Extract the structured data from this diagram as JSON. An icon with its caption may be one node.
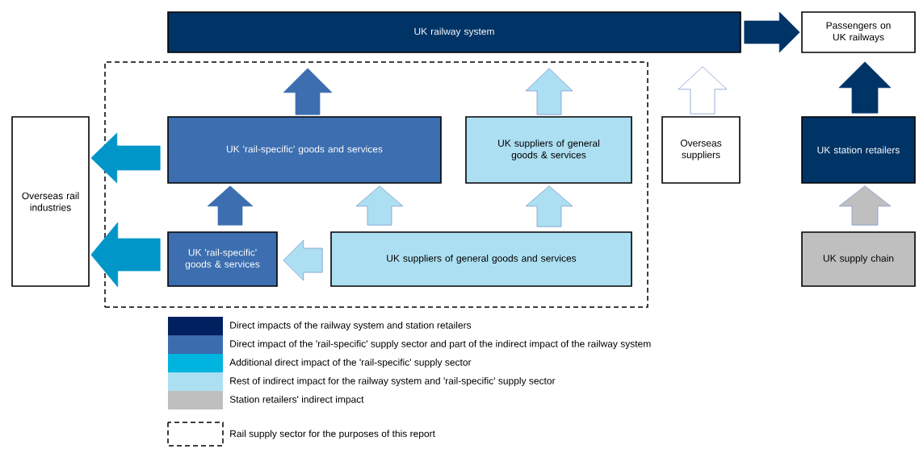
{
  "diagram": {
    "nodes": [
      {
        "text": [
          "UK railway system"
        ]
      },
      {
        "text": [
          "Passengers on UK railways"
        ]
      },
      {
        "text": [],
        "shape": "box"
      },
      {
        "text": [
          "Overseas rail industries"
        ]
      },
      {
        "text": [
          "UK 'rail-specific' goods and services"
        ],
        "in": 2
      },
      {
        "text": [
          "UK suppliers of general goods & services"
        ],
        "in": 2
      },
      {
        "text": [
          "Overseas suppliers"
        ]
      },
      {
        "text": [
          "UK station retailers"
        ]
      },
      {
        "text": [
          "UK 'rail-specific' goods & services"
        ],
        "in": 2
      },
      {
        "text": [
          "UK suppliers of general goods and services"
        ],
        "in": 2
      },
      {
        "text": [
          "UK supply chain"
        ]
      }
    ],
    "edges": [
      {
        "from": 4,
        "to": 0,
        "arrow": "to",
        "color": "#3c6eb0"
      },
      {
        "from": 5,
        "to": 0,
        "arrow": "to",
        "color": "#addff2"
      },
      {
        "from": 6,
        "to": 0,
        "arrow": "to",
        "color": "#ffffff"
      },
      {
        "from": 0,
        "to": 1,
        "arrow": "to",
        "color": "#003366"
      },
      {
        "from": 7,
        "to": 1,
        "arrow": "to",
        "color": "#003366"
      },
      {
        "from": 4,
        "to": 3,
        "arrow": "to",
        "color": "#0096c8"
      },
      {
        "from": 8,
        "to": 3,
        "arrow": "to",
        "color": "#0096c8"
      },
      {
        "from": 8,
        "to": 4,
        "arrow": "to",
        "color": "#3c6eb0"
      },
      {
        "from": 9,
        "to": 4,
        "arrow": "to",
        "color": "#addff2"
      },
      {
        "from": 9,
        "to": 5,
        "arrow": "to",
        "color": "#addff2"
      },
      {
        "from": 9,
        "to": 8,
        "arrow": "to",
        "color": "#addff2"
      },
      {
        "from": 10,
        "to": 7,
        "arrow": "to",
        "color": "#bfbfbf"
      }
    ],
    "legend": [
      {
        "text": "Direct impacts of the railway system and station retailers",
        "color": "#002060"
      },
      {
        "text": "Direct impact of the 'rail-specific' supply sector and part of the indirect impact of the railway system",
        "color": "#3b6cae"
      },
      {
        "text": "Additional direct impact of the 'rail-specific' supply sector",
        "color": "#00b4e0"
      },
      {
        "text": "Rest of indirect impact for the railway system and 'rail-specific' supply sector",
        "color": "#addff2"
      },
      {
        "text": "Station retailers' indirect impact",
        "color": "#bfbfbf"
      },
      {
        "text": "Rail supply sector for the purposes of this report"
      }
    ]
  }
}
